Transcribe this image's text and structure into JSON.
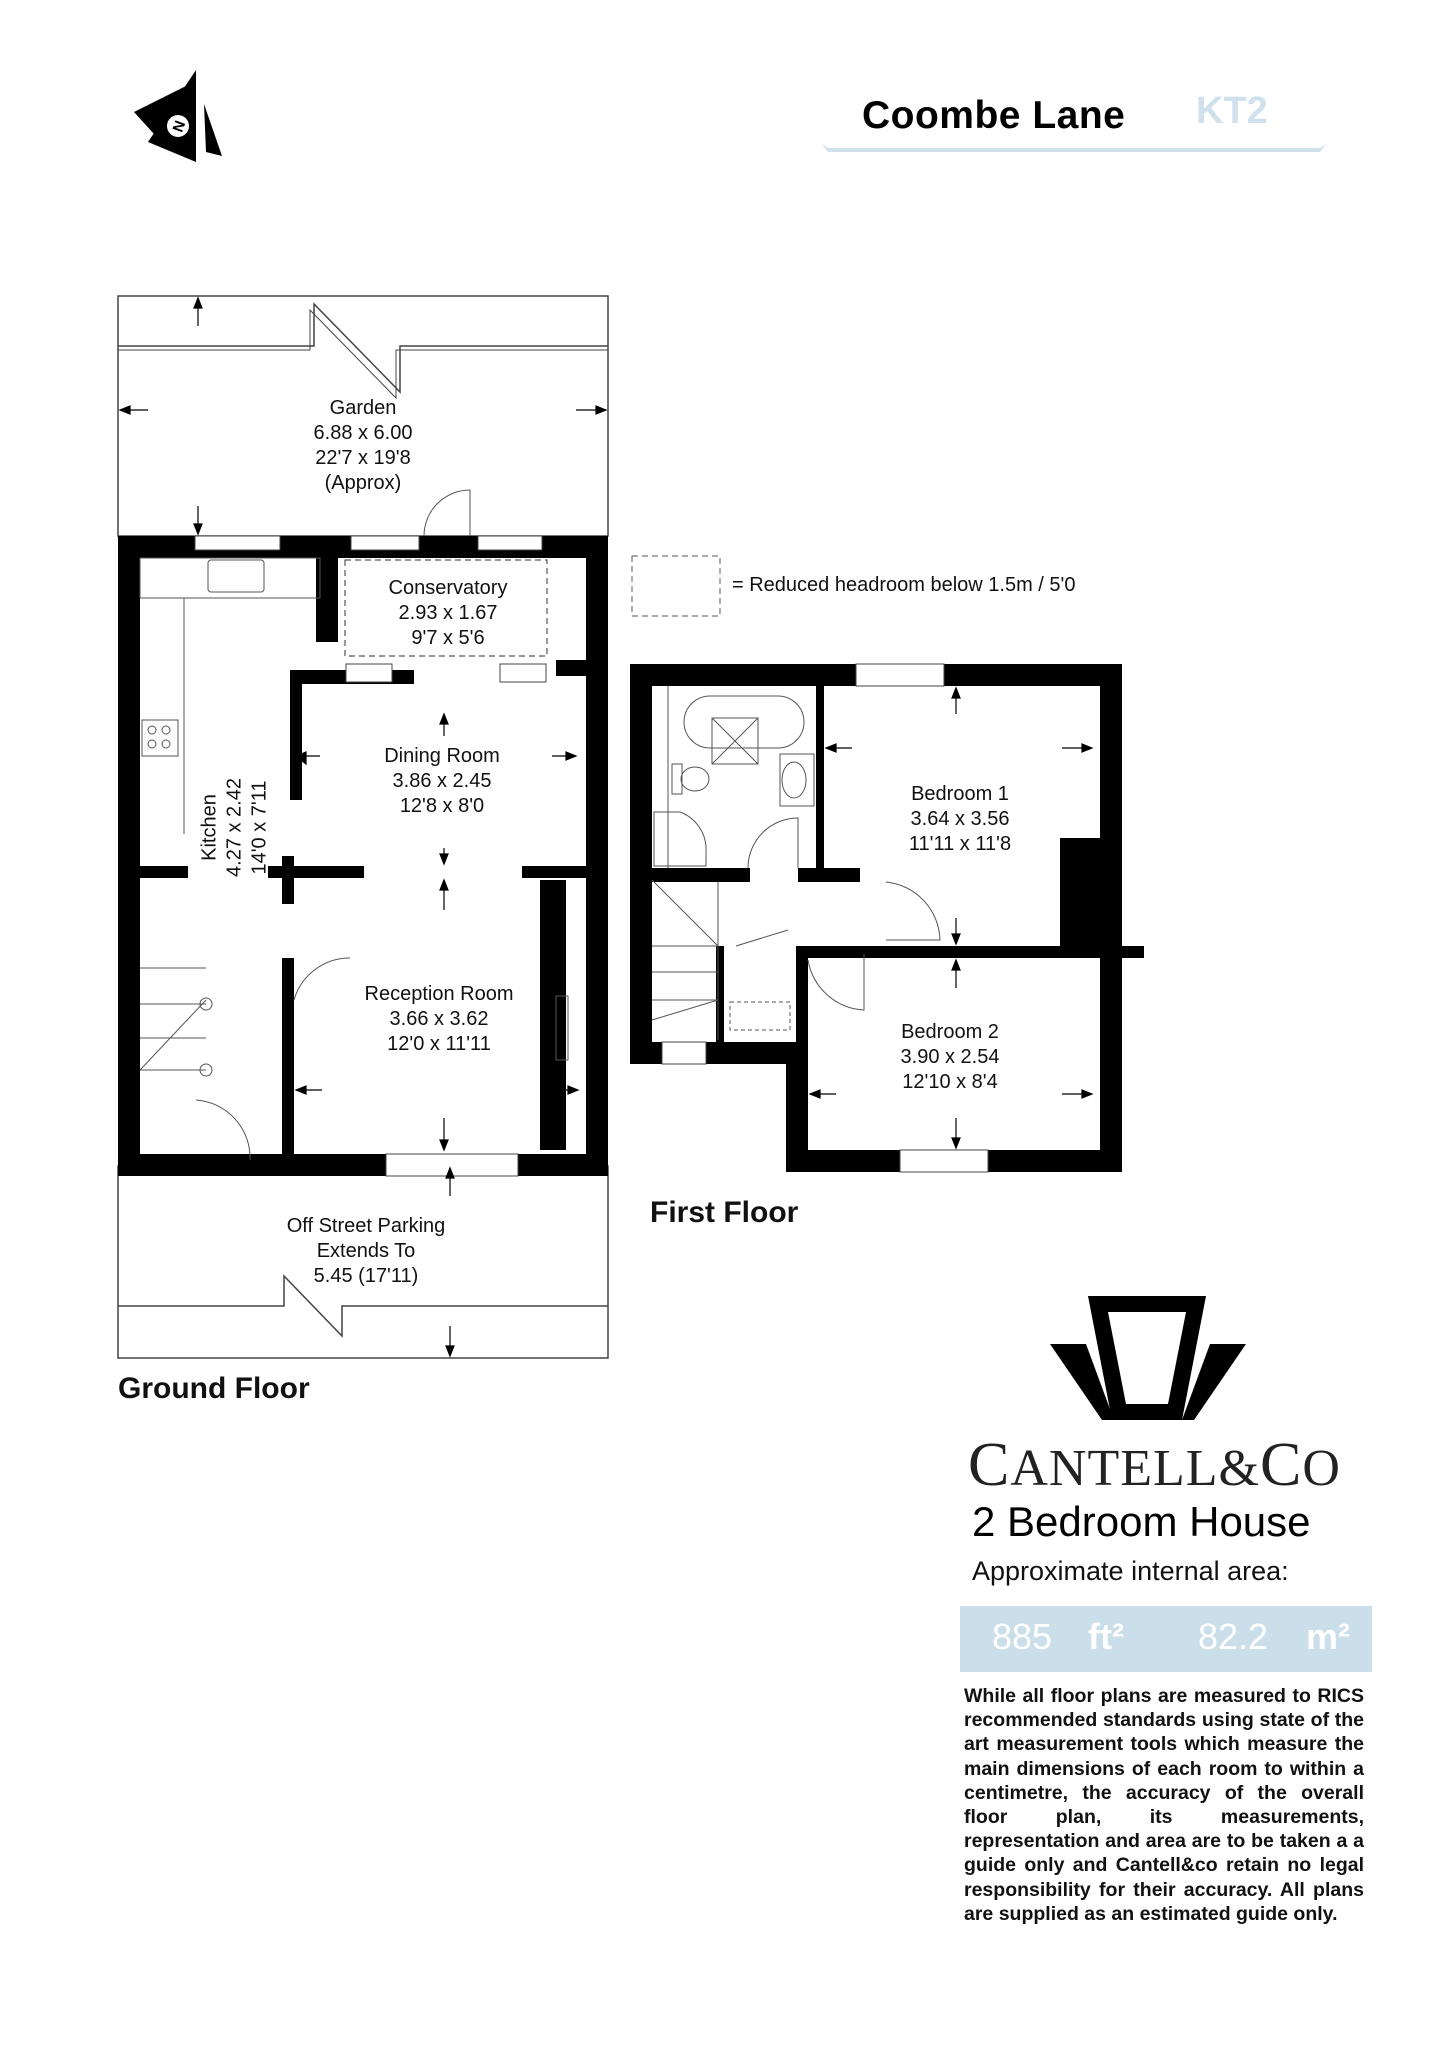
{
  "header": {
    "street": "Coombe Lane",
    "postcode": "KT2",
    "accent_color": "#cfe1ec"
  },
  "compass": {
    "icon": "north-arrow-icon",
    "letter": "N"
  },
  "ground_floor": {
    "label": "Ground Floor",
    "rooms": [
      {
        "name": "Garden",
        "metric": "6.88 x 6.00",
        "imperial": "22'7 x 19'8",
        "note": "(Approx)"
      },
      {
        "name": "Conservatory",
        "metric": "2.93 x 1.67",
        "imperial": "9'7 x 5'6"
      },
      {
        "name": "Kitchen",
        "metric": "4.27 x 2.42",
        "imperial": "14'0 x 7'11"
      },
      {
        "name": "Dining Room",
        "metric": "3.86 x 2.45",
        "imperial": "12'8 x 8'0"
      },
      {
        "name": "Reception Room",
        "metric": "3.66 x 3.62",
        "imperial": "12'0 x 11'11"
      },
      {
        "name": "Off Street Parking",
        "line2": "Extends To",
        "metric": "5.45 (17'11)"
      }
    ]
  },
  "first_floor": {
    "label": "First Floor",
    "rooms": [
      {
        "name": "Bedroom 1",
        "metric": "3.64 x 3.56",
        "imperial": "11'11 x 11'8"
      },
      {
        "name": "Bedroom 2",
        "metric": "3.90 x 2.54",
        "imperial": "12'10 x 8'4"
      }
    ]
  },
  "legend": {
    "text": "= Reduced headroom below 1.5m / 5'0"
  },
  "branding": {
    "logo_icon": "cantell-keystone-logo-icon",
    "company_first": "C",
    "company_rest": "ANTELL&",
    "company_last": "C",
    "company_tail": "O",
    "property_type": "2 Bedroom House",
    "area_caption": "Approximate internal area:",
    "area_sqft": "885",
    "area_sqft_unit": "ft²",
    "area_sqm": "82.2",
    "area_sqm_unit": "m²",
    "area_box_color": "#cbdfea"
  },
  "disclaimer": "While all floor plans are measured to RICS recommended standards using state of the art measurement tools which measure the main dimensions of each room to within a centimetre, the accuracy of the overall floor plan, its measurements, representation and area are to be taken a a guide only and Cantell&co retain no legal responsibility for their accuracy. All plans are supplied as an estimated guide only."
}
